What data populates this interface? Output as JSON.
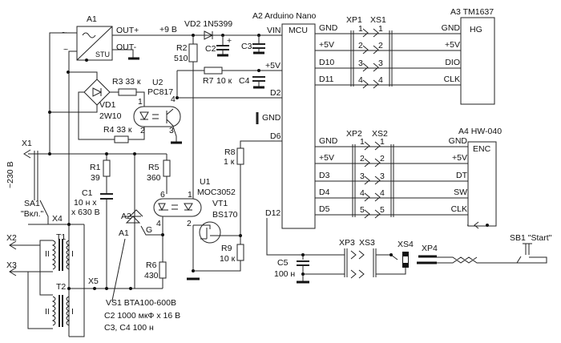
{
  "a1": {
    "ref": "A1",
    "out_plus": "OUT+",
    "out_minus": "OUT-",
    "ac1": "~",
    "ac2": "~",
    "stu": "STU"
  },
  "rail_9v": "+9 В",
  "vd2": "VD2 1N5399",
  "r2": {
    "ref": "R2",
    "value": "510"
  },
  "c2": {
    "ref": "C2",
    "polarity": "+"
  },
  "c3": {
    "ref": "C3"
  },
  "r7": {
    "ref": "R7",
    "value": "10 к"
  },
  "c4": {
    "ref": "C4"
  },
  "a2": {
    "title": "A2 Arduino Nano",
    "mcu": "MCU",
    "vin": "VIN",
    "v5": "+5V",
    "d2": "D2",
    "gnd": "GND",
    "d6": "D6",
    "d12": "D12"
  },
  "vd1": {
    "ref": "VD1",
    "part": "2W10"
  },
  "r3": "R3 33 к",
  "r4": "R4 33 к",
  "u2": {
    "ref": "U2",
    "part": "PC817",
    "pins": [
      "1",
      "2",
      "3",
      "4"
    ]
  },
  "x1": "X1",
  "mains": "~230 В",
  "r1": {
    "ref": "R1",
    "value": "39"
  },
  "r5": {
    "ref": "R5",
    "value": "360"
  },
  "c1": {
    "ref": "C1",
    "line1": "10 н х",
    "line2": "х 630 В"
  },
  "u1": {
    "ref": "U1",
    "part": "MOC3052",
    "pins": [
      "6",
      "1",
      "4",
      "2"
    ]
  },
  "vt1": {
    "ref": "VT1",
    "part": "BS170"
  },
  "r8": {
    "ref": "R8",
    "value": "1 к"
  },
  "r9": {
    "ref": "R9",
    "value": "10 к"
  },
  "r6": {
    "ref": "R6",
    "value": "430"
  },
  "triac": {
    "a2": "A2",
    "a1": "A1",
    "g": "G"
  },
  "sa1": {
    "ref": "SA1",
    "label": "\"Вкл.\""
  },
  "x2": "X2",
  "x3": "X3",
  "x4": "X4",
  "x5": "X5",
  "t1": "T1",
  "t2": "T2",
  "winding_i": "I",
  "winding_ii": "II",
  "notes": [
    "VS1  BTA100-600B",
    "C2  1000 мкФ х 16 В",
    "C3, C4  100 н"
  ],
  "xp1": "XP1",
  "xs1": "XS1",
  "conn1": {
    "left": [
      "GND",
      "+5V",
      "D10",
      "D11"
    ],
    "pins": [
      "1",
      "2",
      "3",
      "4"
    ],
    "right": [
      "GND",
      "+5V",
      "DIO",
      "CLK"
    ]
  },
  "a3": {
    "title": "A3  TM1637",
    "type": "HG"
  },
  "xp2": "XP2",
  "xs2": "XS2",
  "conn2": {
    "left": [
      "GND",
      "+5V",
      "D3",
      "D4",
      "D5"
    ],
    "pins": [
      "1",
      "2",
      "3",
      "4",
      "5"
    ],
    "right": [
      "GND",
      "+5V",
      "DT",
      "SW",
      "CLK"
    ]
  },
  "a4": {
    "title": "A4  HW-040",
    "type": "ENC"
  },
  "c5": {
    "ref": "C5",
    "value": "100 н"
  },
  "xp3": "XP3",
  "xs3": "XS3",
  "xs4": "XS4",
  "xp4": "XP4",
  "sb1": "SB1  \"Start\""
}
